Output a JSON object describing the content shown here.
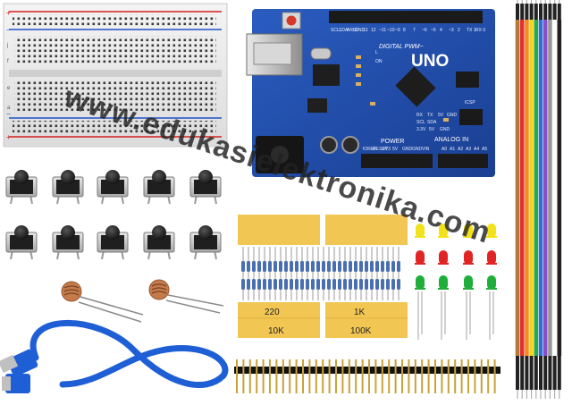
{
  "product": {
    "board": {
      "name": "UNO",
      "header_top": "DIGITAL PWM~",
      "header_bottom_left": "POWER",
      "header_bottom_right": "ANALOG IN",
      "top_labels": [
        "SCL",
        "SDA",
        "AREF",
        "GND",
        "13",
        "12",
        "~11",
        "~10",
        "~9",
        "8"
      ],
      "top_labels_right": [
        "7",
        "~6",
        "~5",
        "4",
        "~3",
        "2",
        "TX 1",
        "RX 0"
      ],
      "bottom_labels": [
        "IOREF",
        "RESET",
        "3V3",
        "5V",
        "GND",
        "GND",
        "VIN"
      ],
      "bottom_labels_right": [
        "A0",
        "A1",
        "A2",
        "A3",
        "A4",
        "A5"
      ],
      "silk_labels": [
        "RX",
        "TX",
        "5V",
        "GND",
        "SCL",
        "SDA",
        "3.3V",
        "5V",
        "GND",
        "ICSP",
        "L",
        "ON"
      ]
    },
    "resistors": {
      "values": [
        "220",
        "1K",
        "10K",
        "100K"
      ]
    },
    "leds": {
      "colors": [
        "#f2e21a",
        "#e12424",
        "#1fae3a"
      ]
    },
    "cable_color": "#1f5fd6",
    "jumper_colors": [
      "#b07a3c",
      "#e03030",
      "#f28c1e",
      "#f5d51c",
      "#2aa84a",
      "#2f6fd8",
      "#8a4fc6",
      "#9a9a9a",
      "#ffffff",
      "#222222"
    ]
  },
  "watermark": {
    "text": "www.edukasielektronika.com"
  }
}
